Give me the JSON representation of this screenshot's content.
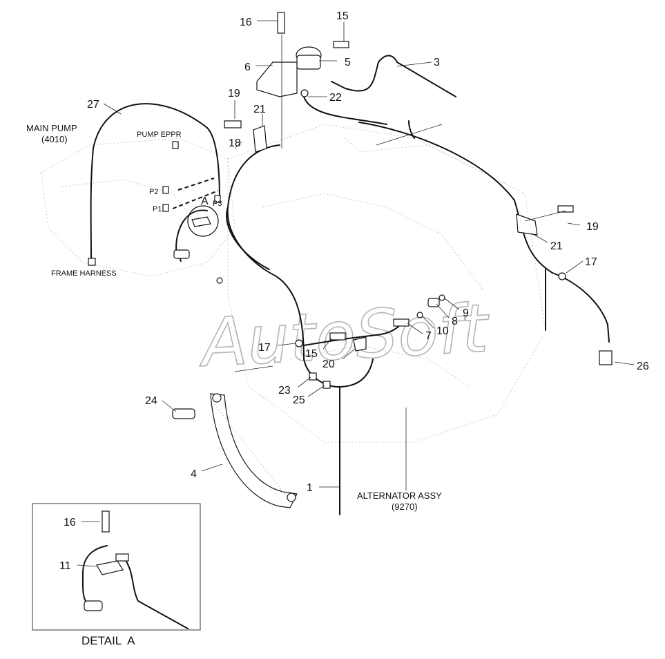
{
  "watermark": "AutoSoft",
  "labels": {
    "main_pump": "MAIN PUMP",
    "main_pump_code": "(4010)",
    "pump_eppr": "PUMP EPPR",
    "p1": "P1",
    "p2": "P2",
    "p3": "P3",
    "frame_harness": "FRAME HARNESS",
    "detail_marker": "A",
    "alternator": "ALTERNATOR ASSY",
    "alternator_code": "(9270)",
    "detail_title": "DETAIL  A"
  },
  "callouts": {
    "c16_top": "16",
    "c15_top": "15",
    "c6": "6",
    "c5": "5",
    "c3": "3",
    "c22": "22",
    "c27": "27",
    "c19_top": "19",
    "c21_top": "21",
    "c18": "18",
    "c19_right": "19",
    "c21_right": "21",
    "c17_right": "17",
    "c9": "9",
    "c8": "8",
    "c10": "10",
    "c7": "7",
    "c17_mid": "17",
    "c15_mid": "15",
    "c20": "20",
    "c26": "26",
    "c23": "23",
    "c25": "25",
    "c24": "24",
    "c4": "4",
    "c1": "1",
    "c16_detail": "16",
    "c11": "11"
  }
}
